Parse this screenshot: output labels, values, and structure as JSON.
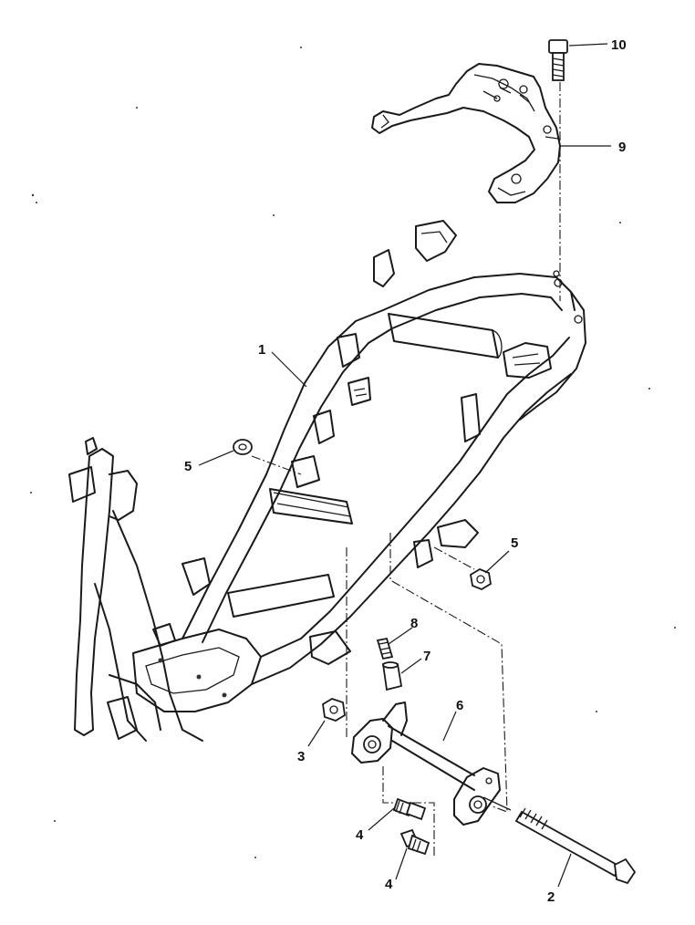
{
  "callouts": {
    "c1": "1",
    "c2": "2",
    "c3": "3",
    "c4a": "4",
    "c4b": "4",
    "c5a": "5",
    "c5b": "5",
    "c6": "6",
    "c7": "7",
    "c8": "8",
    "c9": "9",
    "c10": "10"
  }
}
